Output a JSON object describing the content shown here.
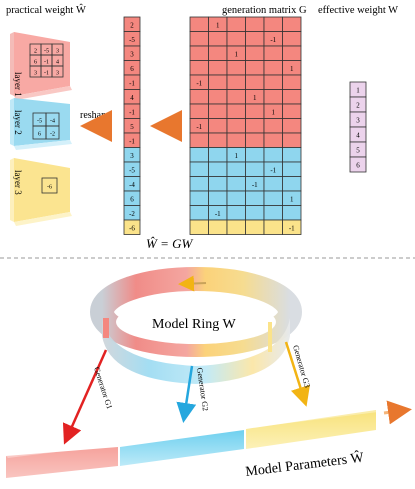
{
  "top": {
    "practical_weight_title": "practical weight Ŵ",
    "generation_matrix_title": "generation matrix G",
    "effective_weight_title": "effective weight W",
    "reshape_label": "reshape",
    "equation": "Ŵ = GW",
    "layers": [
      {
        "label": "layer 1",
        "grid": [
          [
            "2",
            "-5",
            "3"
          ],
          [
            "6",
            "-1",
            "4"
          ],
          [
            "3",
            "-1",
            "3"
          ]
        ]
      },
      {
        "label": "layer 2",
        "grid": [
          [
            "-5",
            "-4"
          ],
          [
            "6",
            "-2"
          ]
        ]
      },
      {
        "label": "layer 3",
        "grid": [
          [
            "-6"
          ]
        ]
      }
    ],
    "vector_values": [
      "2",
      "-5",
      "3",
      "6",
      "-1",
      "4",
      "-1",
      "5",
      "-1",
      "3",
      "-5",
      "-4",
      "6",
      "-2",
      "-6"
    ],
    "g_matrix": {
      "rows": 15,
      "cols": 6,
      "entries": [
        {
          "row": 0,
          "col": 1,
          "value": "1"
        },
        {
          "row": 1,
          "col": 4,
          "value": "-1"
        },
        {
          "row": 2,
          "col": 2,
          "value": "1"
        },
        {
          "row": 3,
          "col": 5,
          "value": "1"
        },
        {
          "row": 4,
          "col": 0,
          "value": "-1"
        },
        {
          "row": 5,
          "col": 3,
          "value": "1"
        },
        {
          "row": 6,
          "col": 4,
          "value": "1"
        },
        {
          "row": 7,
          "col": 0,
          "value": "-1"
        },
        {
          "row": 9,
          "col": 2,
          "value": "1"
        },
        {
          "row": 10,
          "col": 4,
          "value": "-1"
        },
        {
          "row": 11,
          "col": 3,
          "value": "-1"
        },
        {
          "row": 12,
          "col": 5,
          "value": "1"
        },
        {
          "row": 13,
          "col": 1,
          "value": "-1"
        },
        {
          "row": 14,
          "col": 5,
          "value": "-1"
        }
      ]
    },
    "effective_weight_values": [
      "1",
      "2",
      "3",
      "4",
      "5",
      "6"
    ]
  },
  "bottom": {
    "ring_label": "Model Ring W",
    "generators": [
      "Generator G1",
      "Generator G2",
      "Generator G3"
    ],
    "params_label": "Model Parameters Ŵ"
  },
  "colors": {
    "red": "#f4877f",
    "blue": "#8fd6ee",
    "yellow": "#fbe38a",
    "pink": "#ecd3ec",
    "orange": "#e8772e",
    "arrow_red": "#e22222",
    "arrow_blue": "#25a7de",
    "arrow_yellow": "#f2b414"
  }
}
